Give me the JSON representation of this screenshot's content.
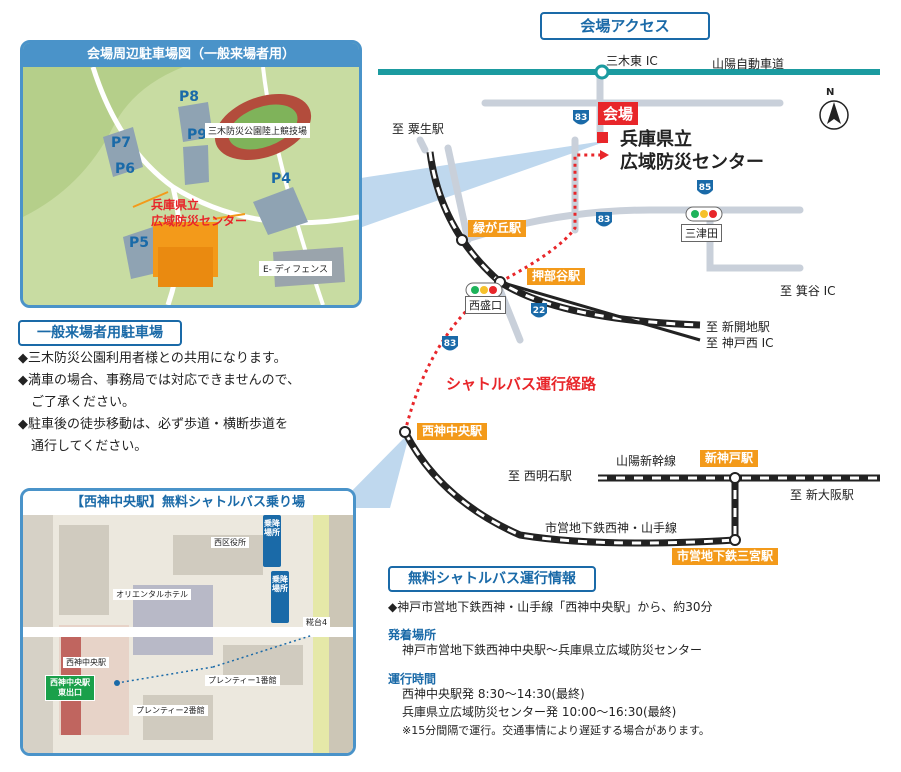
{
  "access": {
    "title": "会場アクセス",
    "expressway": "山陽自動車道",
    "miki_east_ic": "三木東 IC",
    "awao_station": "至 粟生駅",
    "venue_tag": "会場",
    "venue_line1": "兵庫県立",
    "venue_line2": "広域防災センター",
    "route83": "83",
    "route85": "85",
    "route22": "22",
    "mitsuda": "三津田",
    "nishisakaguchi": "西盛口",
    "midorigaoka": "緑が丘駅",
    "oshibedani": "押部谷駅",
    "minoya_ic": "至 箕谷 IC",
    "shinkaichi": "至 新開地駅",
    "kobe_nishi_ic": "至 神戸西 IC",
    "shuttle_route": "シャトルバス運行経路",
    "seishin_chuo": "西神中央駅",
    "nishi_akashi": "至 西明石駅",
    "sanyo_shinkansen": "山陽新幹線",
    "shin_kobe": "新神戸駅",
    "shin_osaka": "至 新大阪駅",
    "subway_line": "市営地下鉄西神・山手線",
    "sannomiya": "市営地下鉄三宮駅",
    "compass": "N"
  },
  "parking_map": {
    "title": "会場周辺駐車場図（一般来場者用）",
    "p4": "P4",
    "p5": "P5",
    "p6": "P6",
    "p7": "P7",
    "p8": "P8",
    "p9": "P9",
    "stadium": "三木防災公園陸上競技場",
    "center": "兵庫県立\n広域防災センター",
    "e_defense": "E- ディフェンス"
  },
  "parking_info": {
    "title": "一般来場者用駐車場",
    "items": [
      "◆三木防災公園利用者様との共用になります。",
      "◆満車の場合、事務局では対応できませんので、",
      "　ご了承ください。",
      "◆駐車後の徒歩移動は、必ず歩道・横断歩道を",
      "　通行してください。"
    ]
  },
  "station_map": {
    "title": "【西神中央駅】無料シャトルバス乗り場",
    "ward_office": "西区役所",
    "oriental_hotel": "オリエンタルホテル",
    "stop1": "乗降場所",
    "stop2": "乗降場所",
    "tsugadai": "糀台4",
    "station": "西神中央駅",
    "plenty1": "プレンティー1番館",
    "plenty2": "プレンティー2番館",
    "exit_line1": "西神中央駅",
    "exit_line2": "東出口"
  },
  "shuttle_info": {
    "title": "無料シャトルバス運行情報",
    "summary": "◆神戸市営地下鉄西神・山手線「西神中央駅」から、約30分",
    "departure_head": "発着場所",
    "departure_body": "神戸市営地下鉄西神中央駅～兵庫県立広域防災センター",
    "schedule_head": "運行時間",
    "schedule_1": "西神中央駅発 8:30～14:30(最終)",
    "schedule_2": "兵庫県立広域防災センター発 10:00～16:30(最終)",
    "note": "※15分間隔で運行。交通事情により遅延する場合があります。"
  },
  "colors": {
    "accent_blue": "#1a6aa8",
    "expressway_teal": "#1b9ba0",
    "venue_red": "#e8262a",
    "station_orange": "#f39a1a"
  }
}
